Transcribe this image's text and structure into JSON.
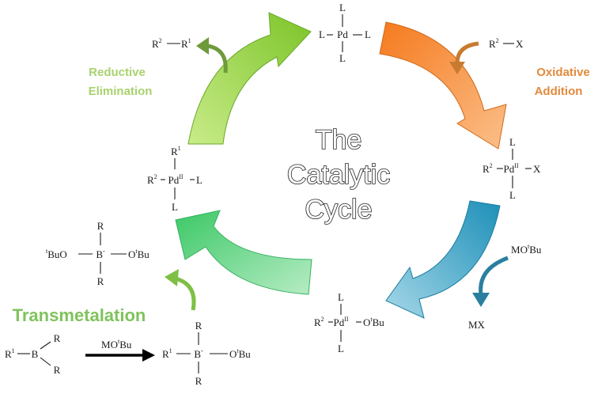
{
  "title": {
    "line1": "The",
    "line2": "Catalytic",
    "line3": "Cycle"
  },
  "steps": {
    "reductive_1": "Reductive",
    "reductive_2": "Elimination",
    "oxidative_1": "Oxidative",
    "oxidative_2": "Addition",
    "transmetalation": "Transmetalation"
  },
  "atoms": {
    "L": "L",
    "Pd": "Pd",
    "R": "R",
    "X": "X",
    "B": "B",
    "O": "O",
    "Bu": "Bu",
    "M": "M",
    "MX": "MX",
    "tBuO": "BuO"
  },
  "superscripts": {
    "one": "1",
    "two": "2",
    "t": "t",
    "ii": "II",
    "minus": "-"
  },
  "colors": {
    "green_light": "#9fd64a",
    "orange": "#f59a4a",
    "blue": "#2ea3c4",
    "green_mid": "#4ccf74",
    "olive_arrow": "#6e9a3c",
    "orange_arrow": "#c77b2f",
    "blue_arrow": "#2a7f9e",
    "green_arrow": "#7fbf45"
  }
}
